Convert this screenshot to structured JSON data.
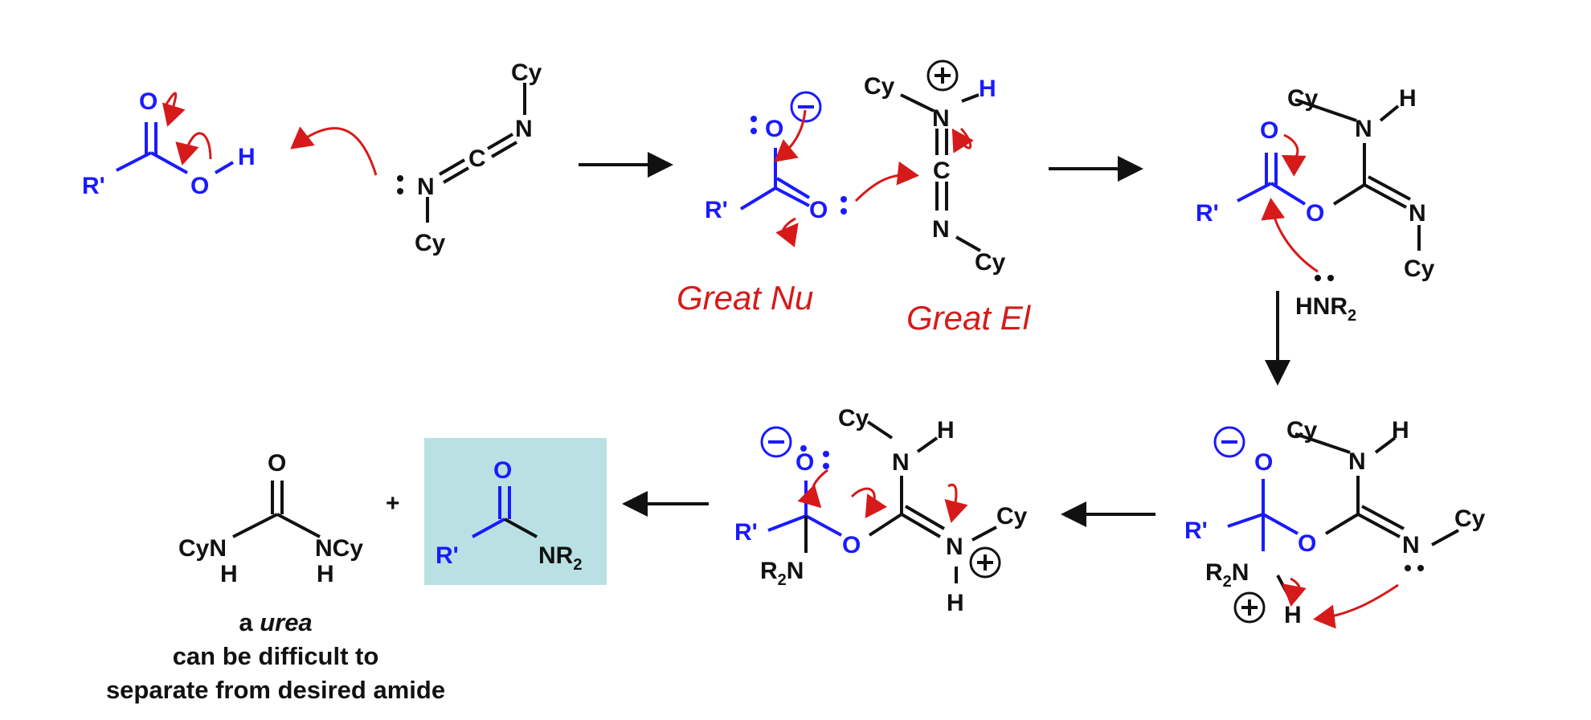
{
  "colors": {
    "blue": "#1a1aff",
    "black": "#111111",
    "red": "#d61a1a",
    "highlight": "#b9e1e3"
  },
  "labels": {
    "O": "O",
    "H": "H",
    "N": "N",
    "C": "C",
    "Cy": "Cy",
    "Rp": "R'",
    "HNR2": "HNR",
    "R2N_R": "R",
    "R2N_N": "N",
    "NR2_N": "NR",
    "sub2": "2",
    "CyN": "CyN",
    "NCy": "NCy",
    "plus": "+",
    "minus": "−",
    "lonepair": ":",
    "cation": "+"
  },
  "annotations": {
    "great_nu": "Great Nu",
    "great_el": "Great El"
  },
  "caption": {
    "line1_a": "a ",
    "line1_b": "urea",
    "line2": "can be difficult to",
    "line3": "separate from desired amide"
  }
}
